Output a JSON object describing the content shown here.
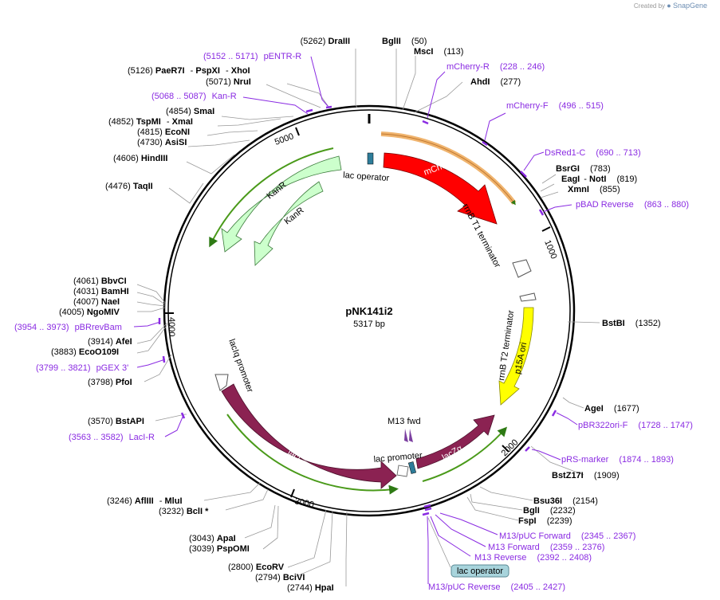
{
  "credit": {
    "created_by": "Created by",
    "brand": "SnapGene"
  },
  "plasmid": {
    "name": "pNK141i2",
    "length_label": "5317 bp",
    "length": 5317
  },
  "ticks": [
    "1000",
    "2000",
    "3000",
    "4000",
    "5000"
  ],
  "features": {
    "lac_operator_top": "lac operator",
    "mcherry": "mCherry",
    "rrnb_t1": "rrnB T1 terminator",
    "rrnb_t2": "rrnB T2 terminator",
    "p15a": "p15A ori",
    "lacza": "lacZα",
    "lac_promoter": "lac promoter",
    "m13fwd": "M13 fwd",
    "laci": "lacI",
    "laciq": "lacIq promoter",
    "kanr_outer": "KanR",
    "kanr_inner": "KanR",
    "lac_operator_bottom": "lac operator"
  },
  "sites": [
    {
      "pos": "(5262)",
      "name": "DraIII"
    },
    {
      "pos": "(50)",
      "name": "BglII"
    },
    {
      "pos": "(113)",
      "name": "MscI"
    },
    {
      "pos": "(277)",
      "name": "AhdI"
    },
    {
      "pos": "(5126)",
      "name": "PaeR7I",
      "extra1": "PspXI",
      "extra2": "XhoI"
    },
    {
      "pos": "(5071)",
      "name": "NruI"
    },
    {
      "pos": "(4854)",
      "name": "SmaI"
    },
    {
      "pos": "(4852)",
      "name": "TspMI",
      "extra1": "XmaI"
    },
    {
      "pos": "(4815)",
      "name": "EcoNI"
    },
    {
      "pos": "(4730)",
      "name": "AsiSI"
    },
    {
      "pos": "(4606)",
      "name": "HindIII"
    },
    {
      "pos": "(4476)",
      "name": "TaqII"
    },
    {
      "pos": "(783)",
      "name": "BsrGI"
    },
    {
      "pos": "(819)",
      "name": "EagI",
      "extra1": "NotI"
    },
    {
      "pos": "(855)",
      "name": "XmnI"
    },
    {
      "pos": "(4061)",
      "name": "BbvCI"
    },
    {
      "pos": "(4031)",
      "name": "BamHI"
    },
    {
      "pos": "(4007)",
      "name": "NaeI"
    },
    {
      "pos": "(4005)",
      "name": "NgoMIV"
    },
    {
      "pos": "(3914)",
      "name": "AfeI"
    },
    {
      "pos": "(3883)",
      "name": "EcoO109I"
    },
    {
      "pos": "(3798)",
      "name": "PfoI"
    },
    {
      "pos": "(1352)",
      "name": "BstBI"
    },
    {
      "pos": "(1677)",
      "name": "AgeI"
    },
    {
      "pos": "(1909)",
      "name": "BstZ17I"
    },
    {
      "pos": "(3570)",
      "name": "BstAPI"
    },
    {
      "pos": "(2154)",
      "name": "Bsu36I"
    },
    {
      "pos": "(2232)",
      "name": "BglI"
    },
    {
      "pos": "(2239)",
      "name": "FspI"
    },
    {
      "pos": "(3246)",
      "name": "AflIII",
      "extra1": "MluI"
    },
    {
      "pos": "(3232)",
      "name": "BclI *"
    },
    {
      "pos": "(3043)",
      "name": "ApaI"
    },
    {
      "pos": "(3039)",
      "name": "PspOMI"
    },
    {
      "pos": "(2800)",
      "name": "EcoRV"
    },
    {
      "pos": "(2794)",
      "name": "BciVI"
    },
    {
      "pos": "(2744)",
      "name": "HpaI"
    }
  ],
  "primers": [
    {
      "range": "(5152 .. 5171)",
      "name": "pENTR-R"
    },
    {
      "range": "(5068 .. 5087)",
      "name": "Kan-R"
    },
    {
      "range": "(228 .. 246)",
      "name": "mCherry-R"
    },
    {
      "range": "(496 .. 515)",
      "name": "mCherry-F"
    },
    {
      "range": "(690 .. 713)",
      "name": "DsRed1-C"
    },
    {
      "range": "(863 .. 880)",
      "name": "pBAD Reverse"
    },
    {
      "range": "(3954 .. 3973)",
      "name": "pBRrevBam"
    },
    {
      "range": "(3799 .. 3821)",
      "name": "pGEX 3'"
    },
    {
      "range": "(3563 .. 3582)",
      "name": "LacI-R"
    },
    {
      "range": "(1728 .. 1747)",
      "name": "pBR322ori-F"
    },
    {
      "range": "(1874 .. 1893)",
      "name": "pRS-marker"
    },
    {
      "range": "(2345 .. 2367)",
      "name": "M13/pUC Forward"
    },
    {
      "range": "(2359 .. 2376)",
      "name": "M13 Forward"
    },
    {
      "range": "(2392 .. 2408)",
      "name": "M13 Reverse"
    },
    {
      "range": "(2405 .. 2427)",
      "name": "M13/pUC Reverse"
    }
  ],
  "colors": {
    "mcherry": "#ff0000",
    "laci": "#8b2252",
    "lacza": "#8b2252",
    "kanr": "#ccffcc",
    "p15a": "#ffff00",
    "primer": "#8a2be2",
    "lac_operator": "#2e7d9a",
    "highlight_orange": "#f0b46e",
    "highlight_green": "#4a9a1a"
  }
}
